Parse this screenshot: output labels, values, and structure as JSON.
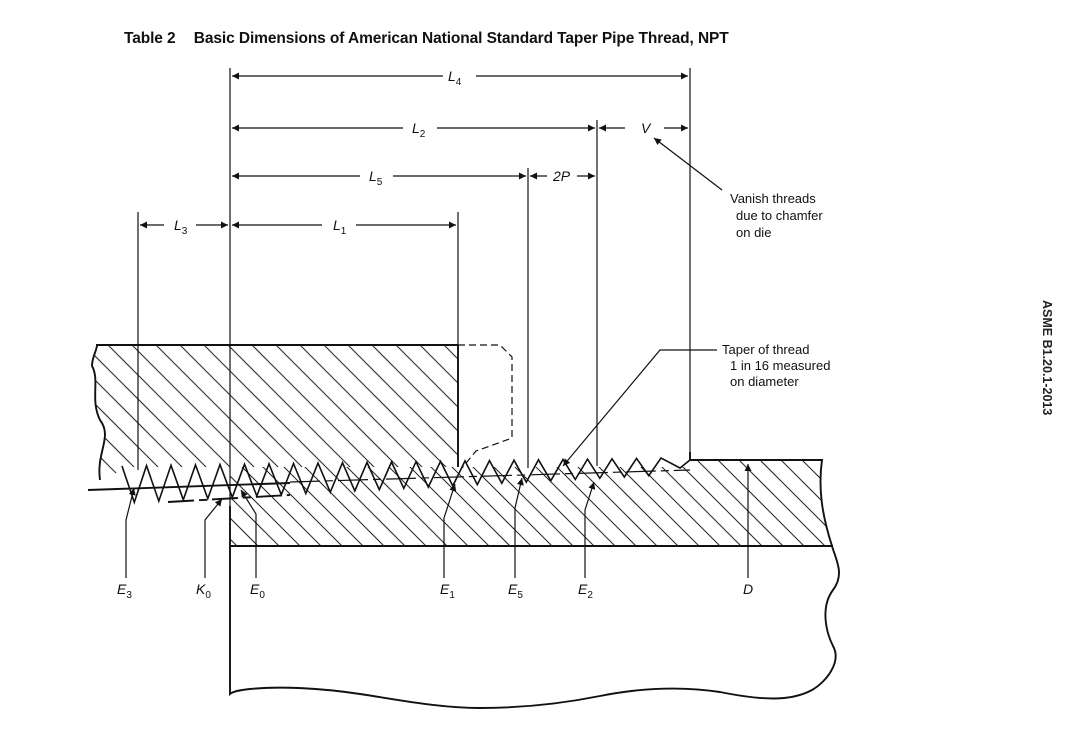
{
  "title": {
    "table_label": "Table 2",
    "text": "Basic Dimensions of American National Standard Taper Pipe Thread, NPT"
  },
  "side_note": "ASME B1.20.1-2013",
  "dimensions": {
    "L4": {
      "main": "L",
      "sub": "4"
    },
    "L2": {
      "main": "L",
      "sub": "2"
    },
    "V": {
      "main": "V",
      "sub": ""
    },
    "L5": {
      "main": "L",
      "sub": "5"
    },
    "two_p": {
      "main": "2P",
      "sub": ""
    },
    "L3": {
      "main": "L",
      "sub": "3"
    },
    "L1": {
      "main": "L",
      "sub": "1"
    }
  },
  "points": {
    "E3": {
      "main": "E",
      "sub": "3"
    },
    "K0": {
      "main": "K",
      "sub": "0"
    },
    "E0": {
      "main": "E",
      "sub": "0"
    },
    "E1": {
      "main": "E",
      "sub": "1"
    },
    "E5": {
      "main": "E",
      "sub": "5"
    },
    "E2": {
      "main": "E",
      "sub": "2"
    },
    "D": {
      "main": "D",
      "sub": ""
    }
  },
  "notes": {
    "vanish": [
      "Vanish threads",
      "due to chamfer",
      "on die"
    ],
    "taper": [
      "Taper of thread",
      "1 in 16 measured",
      "on diameter"
    ]
  }
}
